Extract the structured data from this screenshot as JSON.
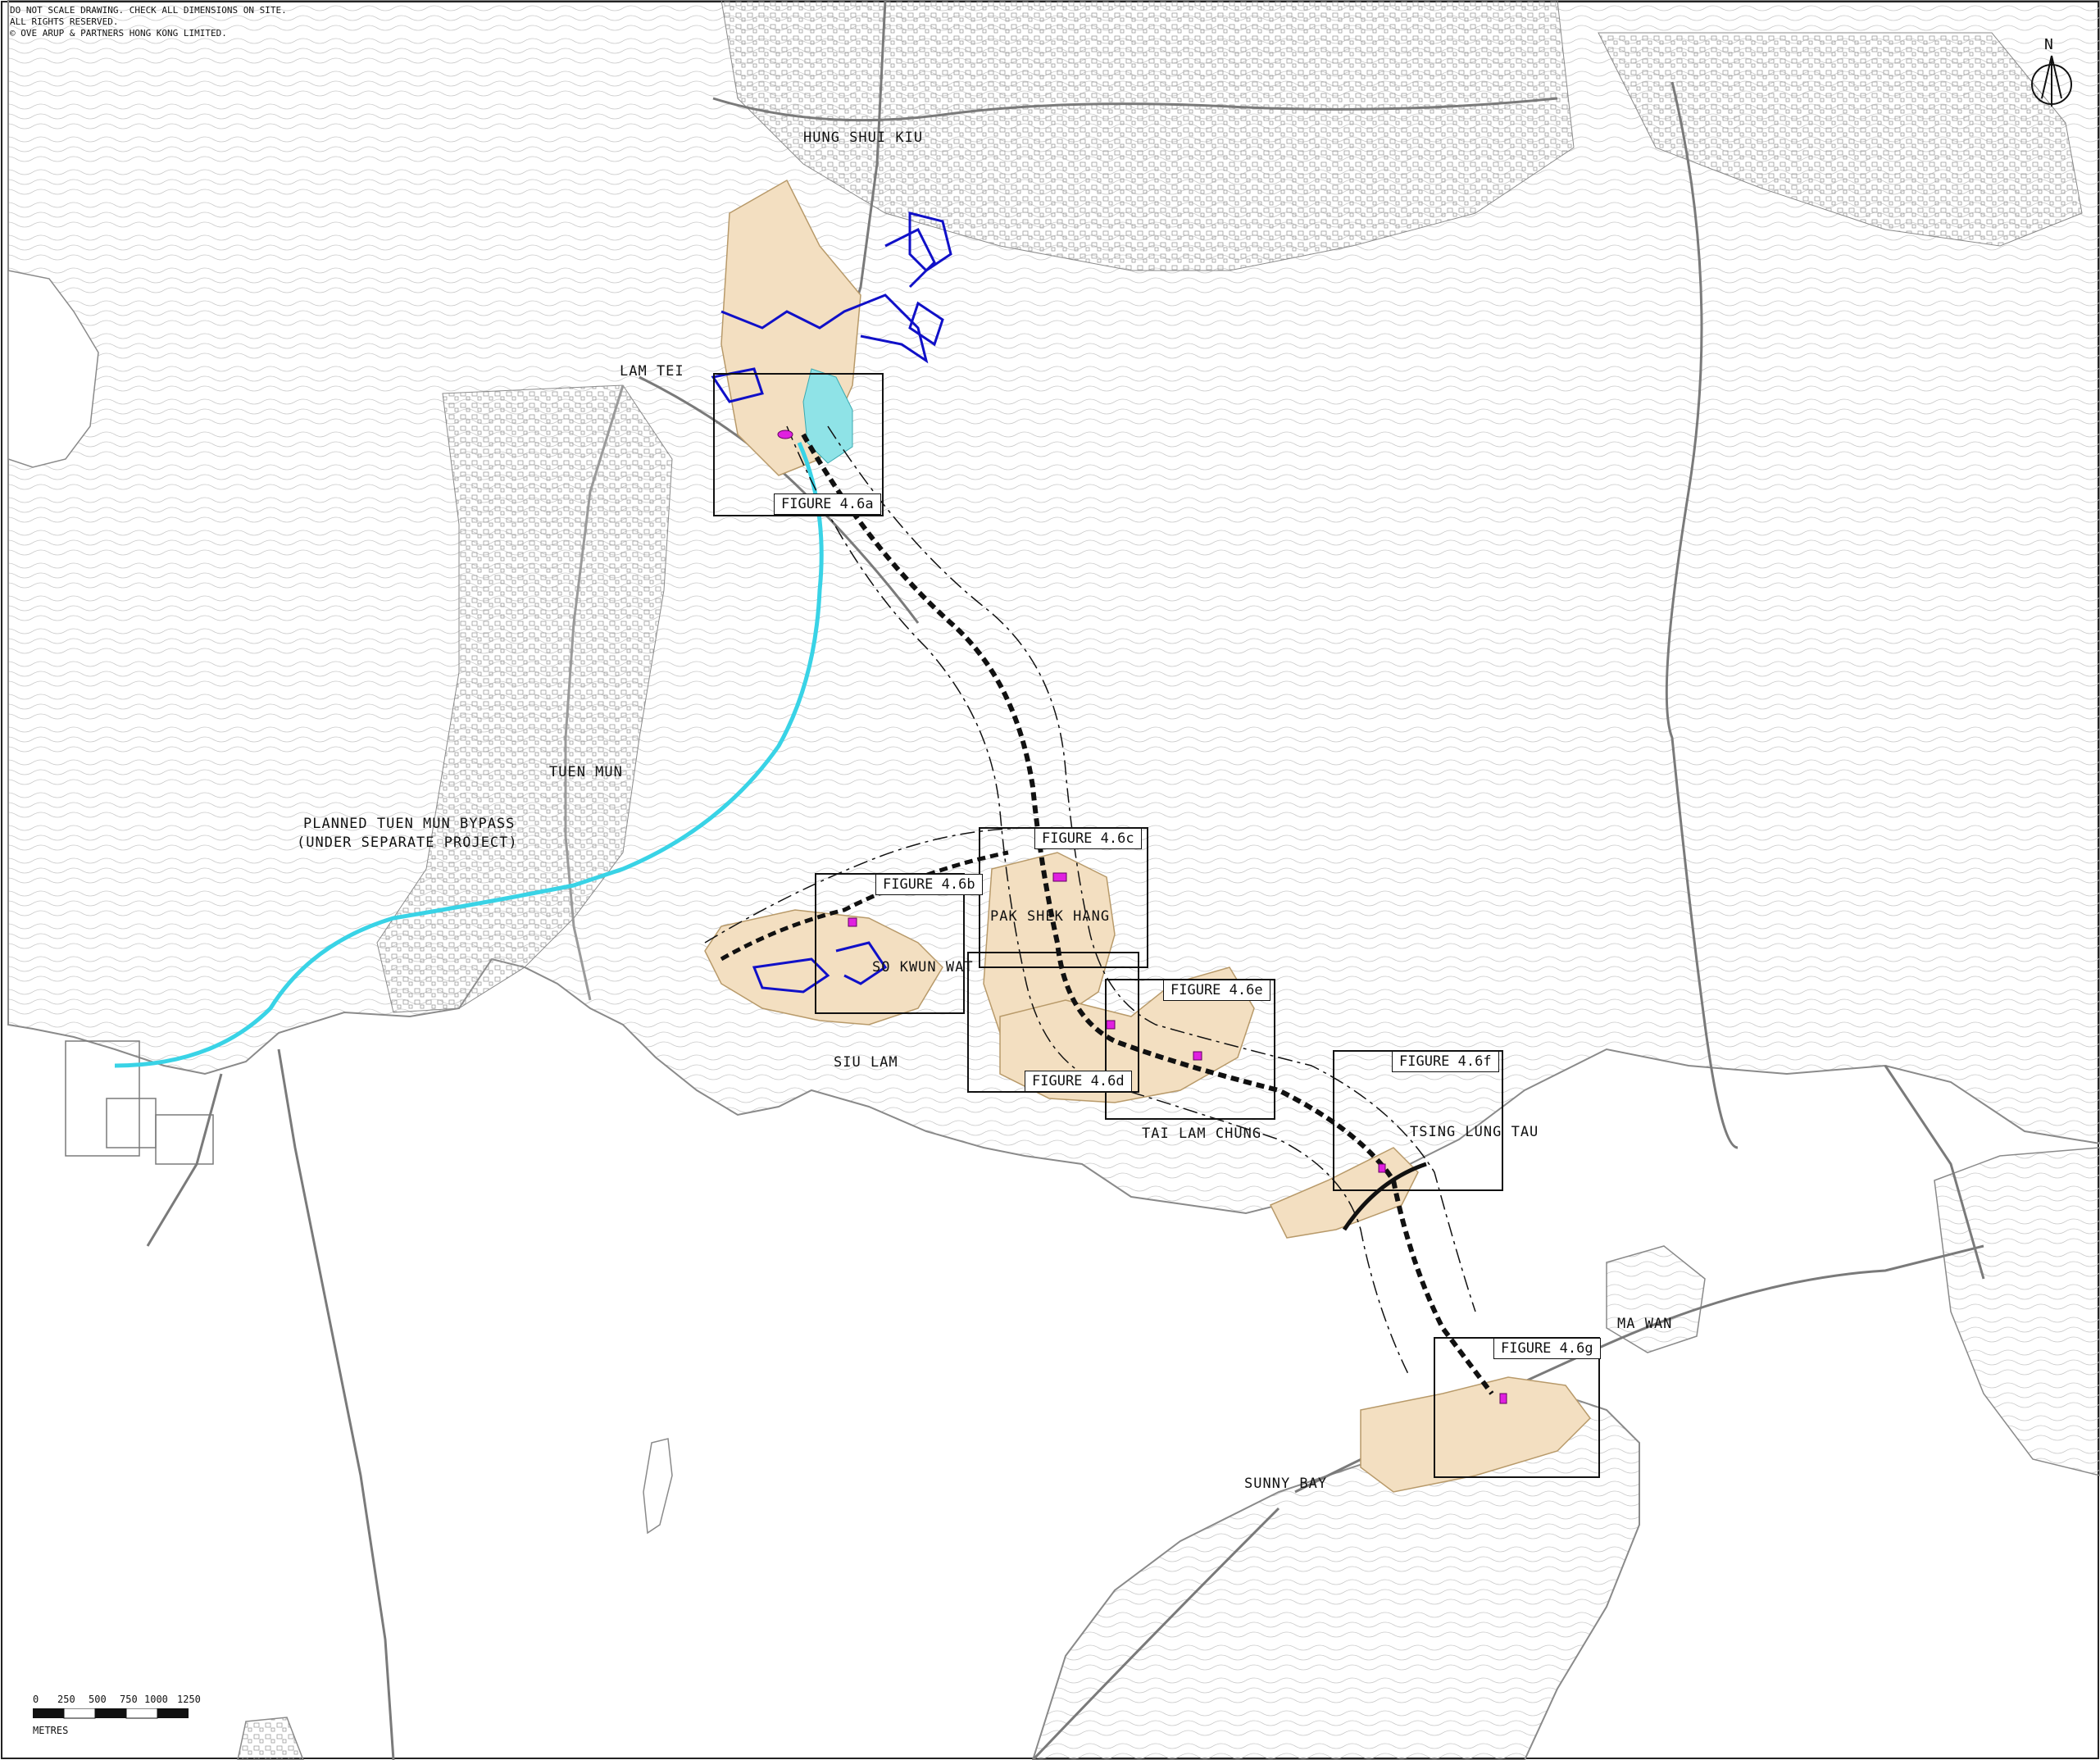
{
  "notes": [
    "DO NOT SCALE DRAWING. CHECK ALL DIMENSIONS ON SITE.",
    "ALL RIGHTS RESERVED.",
    "©  OVE ARUP & PARTNERS HONG KONG LIMITED."
  ],
  "places": {
    "hung_shui_kiu": "HUNG SHUI KIU",
    "lam_tei": "LAM TEI",
    "tuen_mun": "TUEN MUN",
    "bypass_line1": "PLANNED TUEN MUN BYPASS",
    "bypass_line2": "(UNDER SEPARATE PROJECT)",
    "pak_shek_hang": "PAK SHEK HANG",
    "so_kwun_wat": "SO KWUN WAT",
    "siu_lam": "SIU LAM",
    "tai_lam_chung": "TAI LAM CHUNG",
    "tsing_lung_tau": "TSING LUNG TAU",
    "ma_wan": "MA WAN",
    "sunny_bay": "SUNNY BAY"
  },
  "figures": {
    "a": "FIGURE 4.6a",
    "b": "FIGURE 4.6b",
    "c": "FIGURE 4.6c",
    "d": "FIGURE 4.6d",
    "e": "FIGURE 4.6e",
    "f": "FIGURE 4.6f",
    "g": "FIGURE 4.6g"
  },
  "north_label": "N",
  "scale": {
    "ticks": [
      "0",
      "250",
      "500",
      "750",
      "1000",
      "1250"
    ],
    "unit": "METRES"
  },
  "colors": {
    "land_line": "#9a9a9a",
    "road": "#7a7a7a",
    "works_area": "#f3dfc1",
    "bypass": "#39d3e6",
    "alignment": "#111111",
    "existing_feature": "#1010c8",
    "highlight": "#e020e0",
    "reservoir": "#8fe3e7"
  }
}
